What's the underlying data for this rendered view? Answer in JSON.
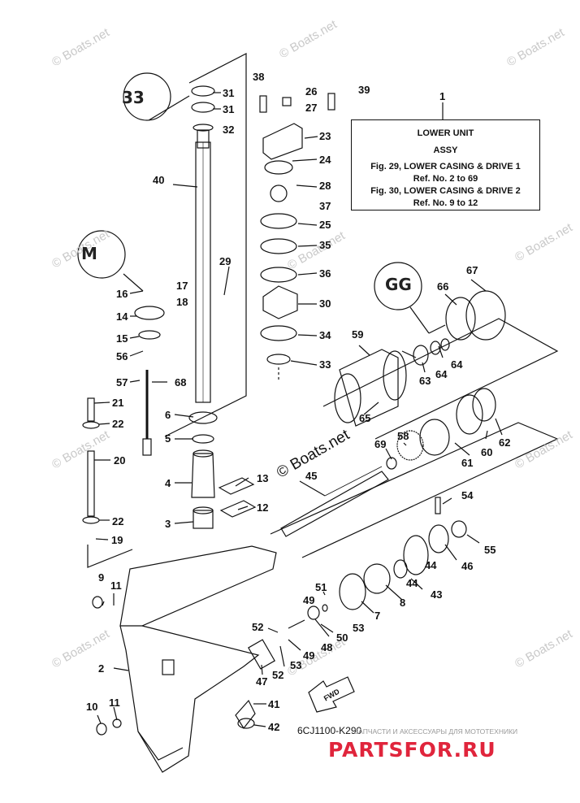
{
  "watermark": {
    "text": "© Boats.net",
    "center_text": "© Boats.net"
  },
  "legend": {
    "callout": "1",
    "line1": "LOWER UNIT",
    "line2": "ASSY",
    "line3": "Fig. 29, LOWER CASING & DRIVE 1",
    "line4": "Ref. No. 2 to 69",
    "line5": "Fig. 30, LOWER CASING & DRIVE 2",
    "line6": "Ref. No. 9 to 12"
  },
  "diagram_ref": "6CJ1100-K290",
  "fwd_label": "FWD",
  "brand": {
    "name": "PARTSFOR.RU",
    "tagline": "ЗАПЧАСТИ И АКСЕССУАРЫ ДЛЯ МОТОТЕХНИКИ"
  },
  "badges": [
    "33",
    "M",
    "GG"
  ],
  "callouts": [
    "1",
    "2",
    "3",
    "4",
    "5",
    "6",
    "7",
    "8",
    "9",
    "10",
    "11",
    "11",
    "12",
    "13",
    "14",
    "15",
    "16",
    "17",
    "18",
    "19",
    "20",
    "21",
    "22",
    "22",
    "23",
    "24",
    "25",
    "26",
    "27",
    "28",
    "29",
    "30",
    "31",
    "31",
    "32",
    "33",
    "34",
    "35",
    "36",
    "37",
    "38",
    "39",
    "40",
    "41",
    "42",
    "43",
    "44",
    "44",
    "45",
    "46",
    "47",
    "48",
    "49",
    "49",
    "50",
    "51",
    "52",
    "52",
    "53",
    "53",
    "54",
    "55",
    "56",
    "57",
    "58",
    "59",
    "60",
    "61",
    "62",
    "63",
    "64",
    "64",
    "65",
    "66",
    "67",
    "68",
    "69"
  ]
}
